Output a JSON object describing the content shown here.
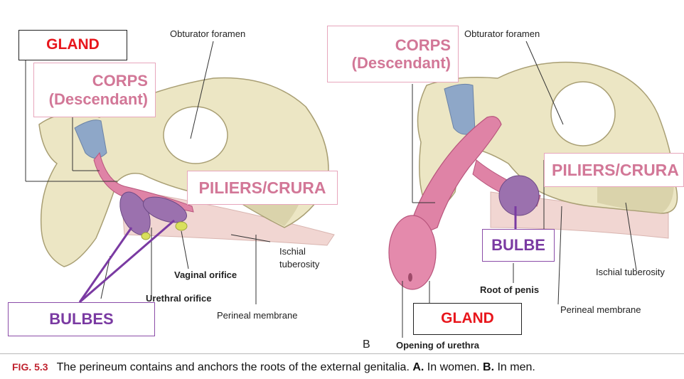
{
  "panel_a": {
    "labels": {
      "obturator_foramen": "Obturator foramen",
      "ischial_tuberosity": "Ischial\ntuberosity",
      "vaginal_orifice": "Vaginal orifice",
      "urethral_orifice": "Urethral orifice",
      "perineal_membrane": "Perineal membrane"
    },
    "boxes": {
      "gland": "GLAND",
      "corps": "CORPS\n(Descendant)",
      "piliers": "PILIERS/CRURA",
      "bulbes": "BULBES"
    }
  },
  "panel_b": {
    "letter": "B",
    "labels": {
      "obturator_foramen": "Obturator foramen",
      "ischial_tuberosity": "Ischial tuberosity",
      "root_of_penis": "Root of penis",
      "perineal_membrane": "Perineal membrane",
      "opening_of_urethra": "Opening of urethra"
    },
    "boxes": {
      "corps": "CORPS\n(Descendant)",
      "piliers": "PILIERS/CRURA",
      "bulbe": "BULBE",
      "gland": "GLAND"
    }
  },
  "caption": {
    "fig_number": "FIG. 5.3",
    "text": "The perineum contains and anchors the roots of the external genitalia. ",
    "a_marker": "A.",
    "a_text": " In women. ",
    "b_marker": "B.",
    "b_text": " In men."
  },
  "colors": {
    "bone": "#ece6c4",
    "bone_shadow": "#cfc79b",
    "cartilage": "#8ea7c8",
    "erectile": "#df83a6",
    "bulb": "#9b71ae",
    "gland_text": "#e8161c",
    "corps_text": "#d27797",
    "bulb_text": "#7a3aa2"
  }
}
